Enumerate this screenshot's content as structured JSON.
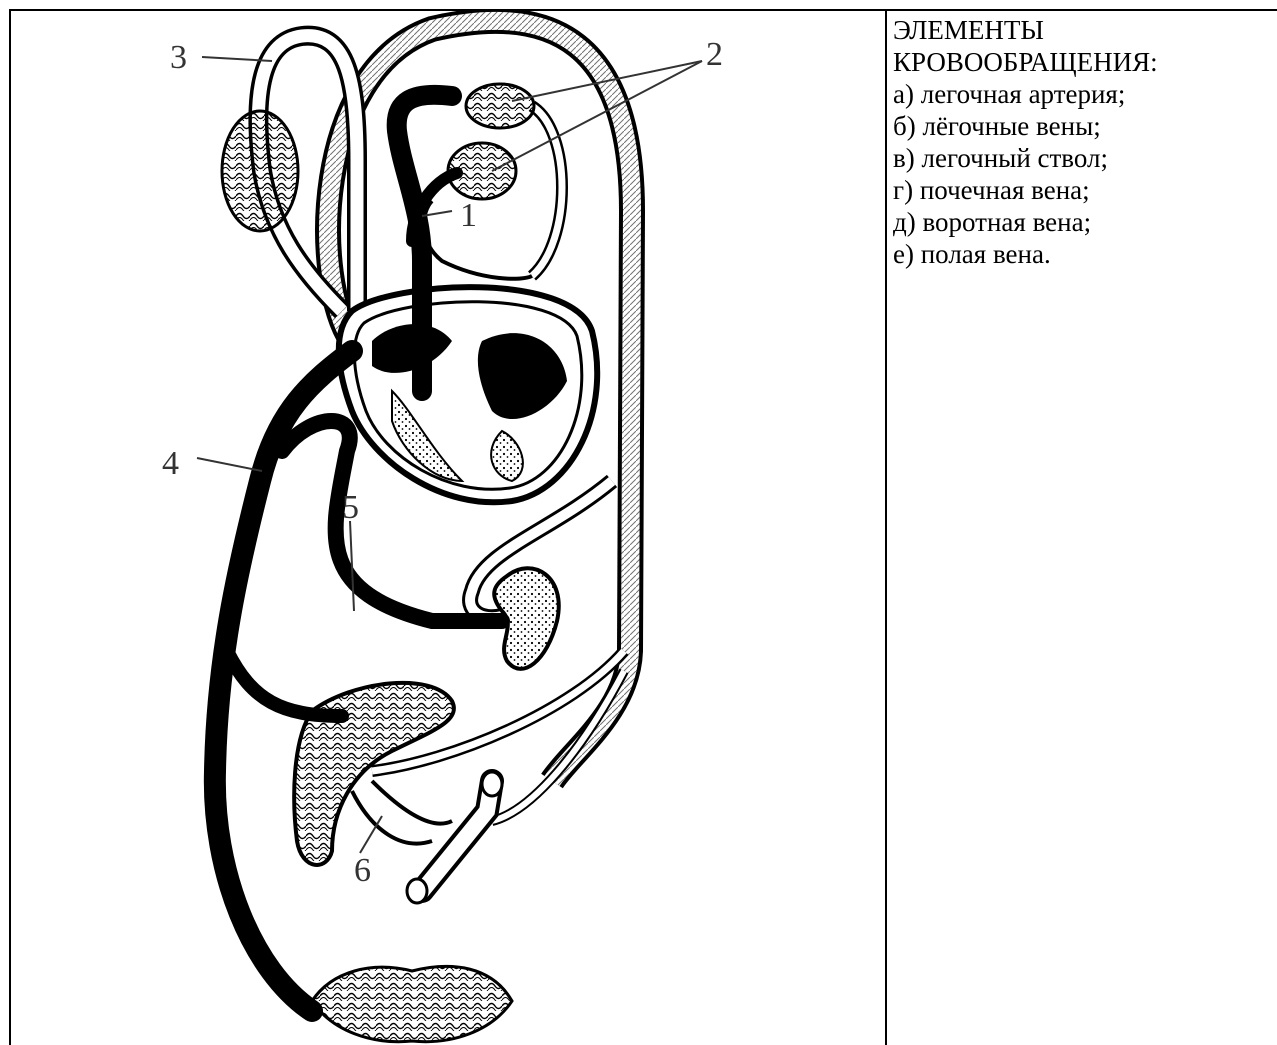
{
  "diagram": {
    "callouts": [
      "1",
      "2",
      "3",
      "4",
      "5",
      "6"
    ]
  },
  "legend": {
    "title_line1": "ЭЛЕМЕНТЫ",
    "title_line2": "КРОВООБРАЩЕНИЯ:",
    "items": [
      "а) легочная артерия;",
      "б) лёгочные вены;",
      "в) легочный ствол;",
      "г) почечная вена;",
      "д) воротная вена;",
      "е) полая вена."
    ]
  },
  "colors": {
    "ink": "#000000",
    "paper": "#ffffff",
    "label": "#333333"
  }
}
